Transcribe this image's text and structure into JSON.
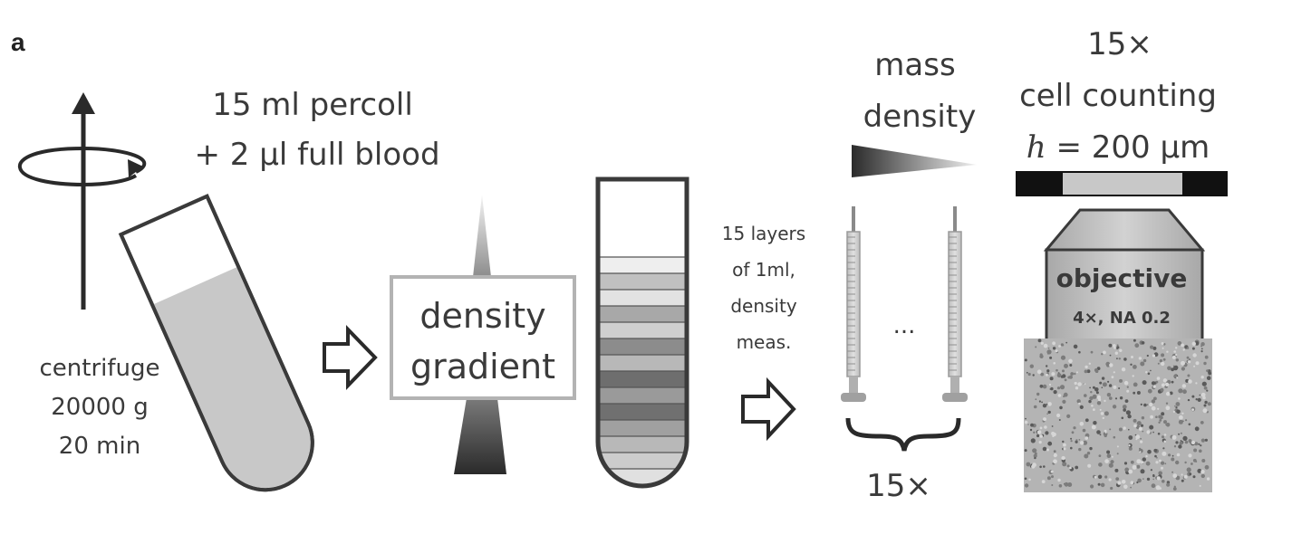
{
  "panel_label": "a",
  "centrifuge": {
    "line1": "centrifuge",
    "line2": "20000 g",
    "line3": "20 min"
  },
  "tube": {
    "line1": "15 ml percoll",
    "line2": "+ 2 µl full blood"
  },
  "gradient_box": {
    "line1": "density",
    "line2": "gradient"
  },
  "layers_note": {
    "line1": "15 layers",
    "line2": "of 1ml,",
    "line3": "density",
    "line4": "meas."
  },
  "mass_density": {
    "line1": "mass",
    "line2": "density"
  },
  "syringes": {
    "ellipsis": "...",
    "count": "15×"
  },
  "cell_counting": {
    "line1": "15×",
    "line2": "cell counting",
    "height_var": "h",
    "height_value": " = 200 µm"
  },
  "objective": {
    "label": "objective",
    "spec": "4×, NA 0.2"
  },
  "colors": {
    "stroke": "#3a3a3a",
    "liquid": "#c8c8c8",
    "background": "#ffffff"
  }
}
